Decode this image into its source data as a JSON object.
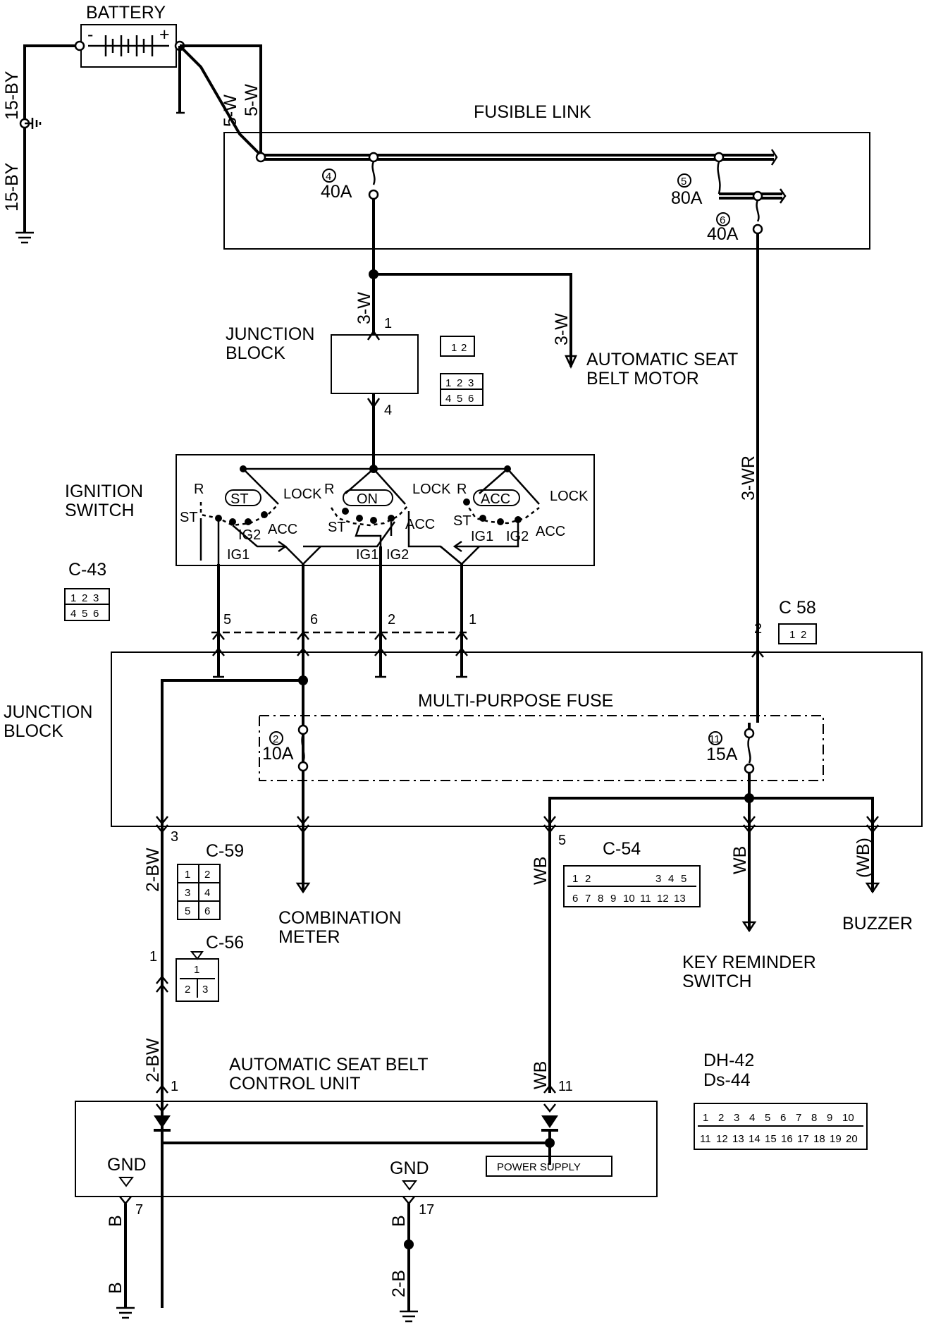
{
  "labels": {
    "battery": "BATTERY",
    "battery_minus": "-",
    "battery_plus": "+",
    "fusible_link": "FUSIBLE LINK",
    "junction_block_1": "JUNCTION BLOCK",
    "automatic_seat_belt_motor": "AUTOMATIC SEAT BELT MOTOR",
    "ignition_switch": "IGNITION SWITCH",
    "junction_block_2": "JUNCTION BLOCK",
    "multi_purpose_fuse": "MULTI-PURPOSE FUSE",
    "combination_meter": "COMBINATION METER",
    "key_reminder_switch": "KEY REMINDER SWITCH",
    "buzzer": "BUZZER",
    "control_unit": "AUTOMATIC SEAT BELT CONTROL UNIT",
    "power_supply": "POWER SUPPLY",
    "gnd": "GND"
  },
  "wires": {
    "w_15by_top": "15-BY",
    "w_15by_bottom": "15-BY",
    "w_5w_a": "5-W",
    "w_5w_b": "5-W",
    "w_3w_a": "3-W",
    "w_3w_b": "3-W",
    "w_3wr": "3-WR",
    "w_2bw_a": "2-BW",
    "w_2bw_b": "2-BW",
    "w_wb_a": "WB",
    "w_wb_b": "WB",
    "w_wb_c": "WB",
    "w_wb_buzzer": "(WB)",
    "w_b_a": "B",
    "w_b_b": "B",
    "w_b_c": "B",
    "w_2b": "2-B"
  },
  "fuses": [
    {
      "num": "4",
      "rating": "40A"
    },
    {
      "num": "5",
      "rating": "80A"
    },
    {
      "num": "6",
      "rating": "40A"
    },
    {
      "num": "2",
      "rating": "10A"
    },
    {
      "num": "11",
      "rating": "15A"
    }
  ],
  "ignition": {
    "st": "ST",
    "on": "ON",
    "acc": "ACC",
    "lock": "LOCK",
    "r": "R",
    "ig1": "IG1",
    "ig2": "IG2"
  },
  "pins": {
    "jb_1": "1",
    "jb_4": "4",
    "ig_5": "5",
    "ig_6": "6",
    "ig_2": "2",
    "ig_1": "1",
    "c58_2": "2",
    "jb_3": "3",
    "jb_5": "5",
    "c56_1": "1",
    "cu_1": "1",
    "cu_11": "11",
    "cu_7": "7",
    "cu_17": "17"
  },
  "connectors": {
    "c43": "C-43",
    "c58": "C 58",
    "c59": "C-59",
    "c56": "C-56",
    "c54": "C-54",
    "dh42": "DH-42",
    "ds44": "Ds-44"
  },
  "connector_cells": {
    "jb_small": [
      "1",
      "2"
    ],
    "jb_6": [
      "1",
      "2",
      "3",
      "4",
      "5",
      "6"
    ],
    "c43": [
      "1",
      "2",
      "3",
      "4",
      "5",
      "6"
    ],
    "c58": [
      "1",
      "2"
    ],
    "c59": [
      "1",
      "2",
      "3",
      "4",
      "5",
      "6"
    ],
    "c56": [
      "1",
      "2",
      "3"
    ],
    "c54_top": [
      "1",
      "2",
      "3",
      "4",
      "5"
    ],
    "c54_bottom": [
      "6",
      "7",
      "8",
      "9",
      "10",
      "11",
      "12",
      "13"
    ],
    "d_top": [
      "1",
      "2",
      "3",
      "4",
      "5",
      "6",
      "7",
      "8",
      "9",
      "10"
    ],
    "d_bottom": [
      "11",
      "12",
      "13",
      "14",
      "15",
      "16",
      "17",
      "18",
      "19",
      "20"
    ]
  }
}
